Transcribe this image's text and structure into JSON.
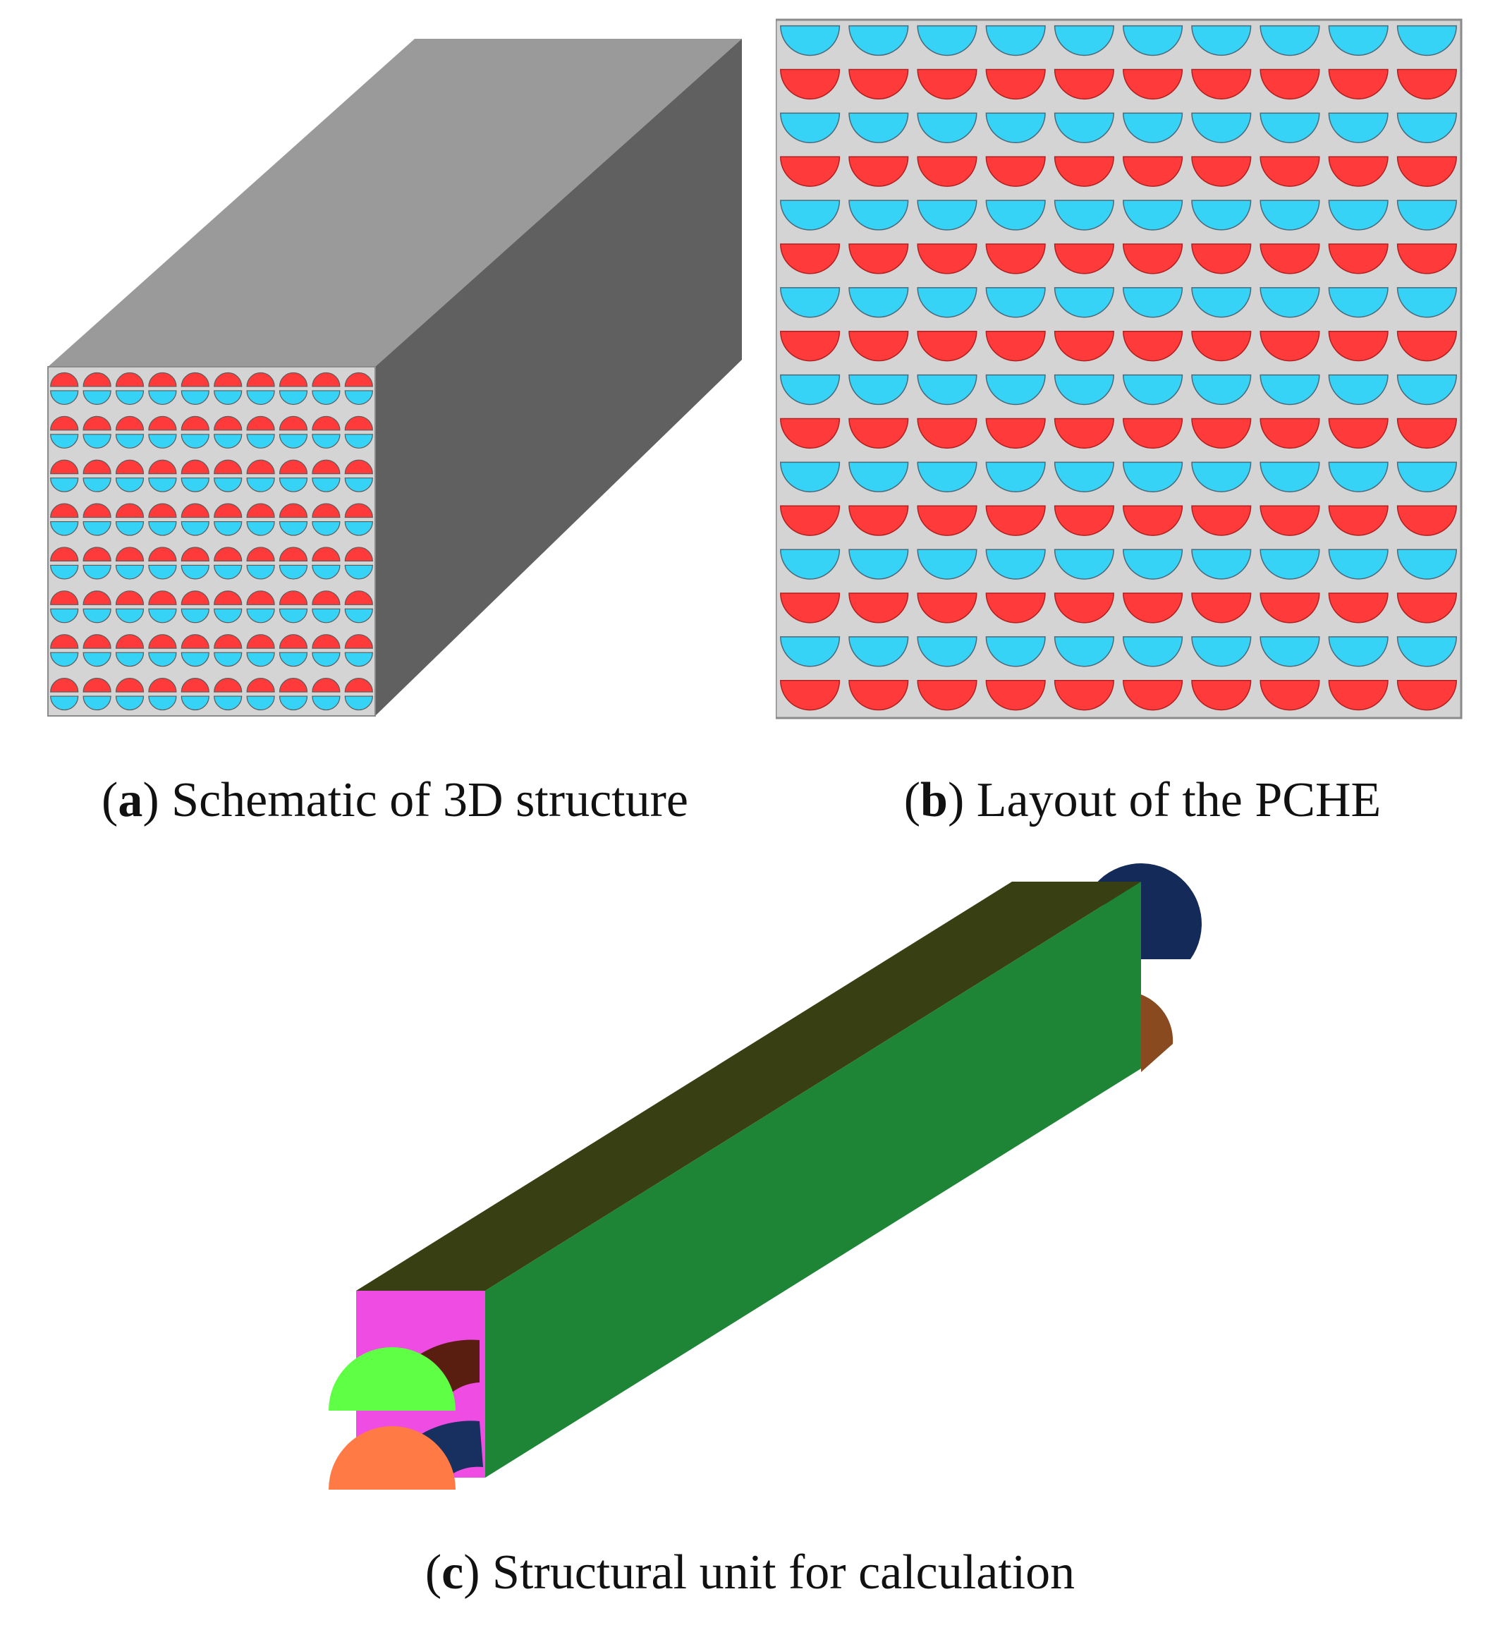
{
  "figure": {
    "panel_a": {
      "letter": "a",
      "caption_text": "Schematic of 3D structure",
      "colors": {
        "top": "#9a9a9a",
        "side": "#606060",
        "plate": "#d4d4d4",
        "hot": "#ff3a3a",
        "cold": "#36d3f7",
        "channel_edge": "#5a5a5a"
      },
      "grid": {
        "rows": 16,
        "cols": 10
      }
    },
    "panel_b": {
      "letter": "b",
      "caption_text": "Layout of the PCHE",
      "colors": {
        "plate": "#d4d4d4",
        "border": "#8a8a8a",
        "hot": "#ff3a3a",
        "cold": "#36d3f7",
        "channel_edge": "#4a6a7a"
      },
      "grid": {
        "rows": 16,
        "cols": 10
      }
    },
    "panel_c": {
      "letter": "c",
      "caption_text": "Structural unit for calculation",
      "colors": {
        "top": "#383f12",
        "side": "#1f8536",
        "front": "#ef4ce3",
        "channel_upper_face": "#5fff45",
        "channel_upper_inner": "#5a1e10",
        "channel_lower_face": "#ff7a44",
        "channel_lower_inner": "#183060",
        "back_upper": "#142a58",
        "back_lower": "#8a4a20"
      }
    }
  }
}
